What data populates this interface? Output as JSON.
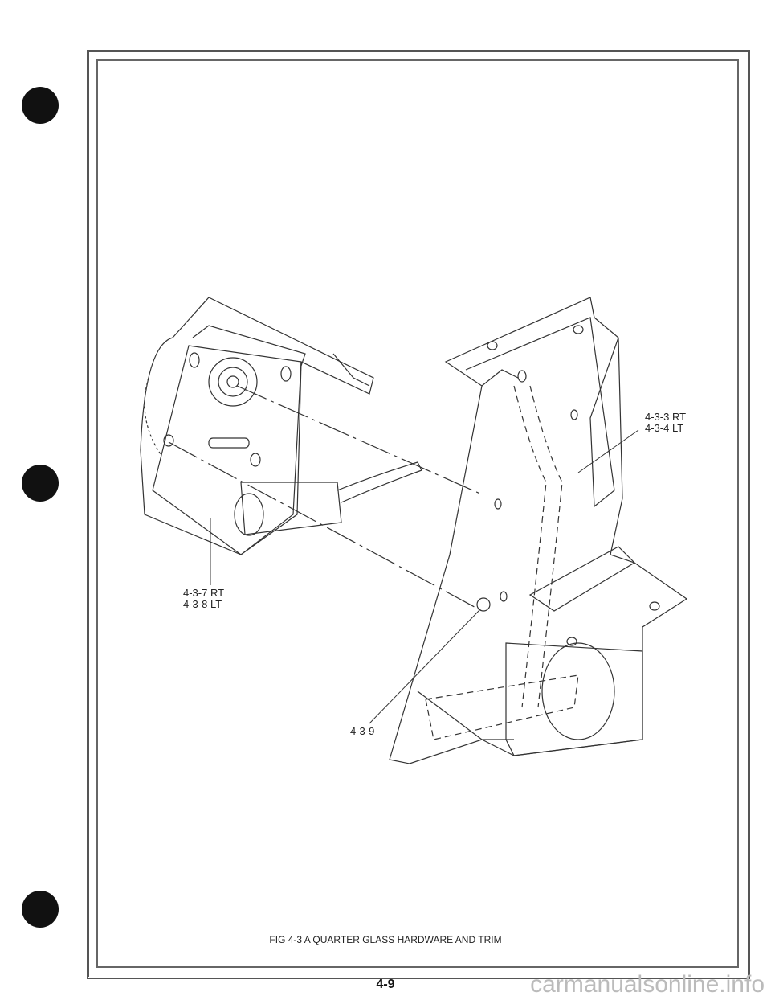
{
  "figure": {
    "callouts": {
      "c1": "4-3-3 RT",
      "c2": "4-3-4 LT",
      "c3": "4-3-7 RT",
      "c4": "4-3-8 LT",
      "c5": "4-3-9"
    },
    "caption": "FIG 4-3 A QUARTER GLASS HARDWARE AND TRIM"
  },
  "page_number": "4-9",
  "watermark": "carmanualsonline.info"
}
